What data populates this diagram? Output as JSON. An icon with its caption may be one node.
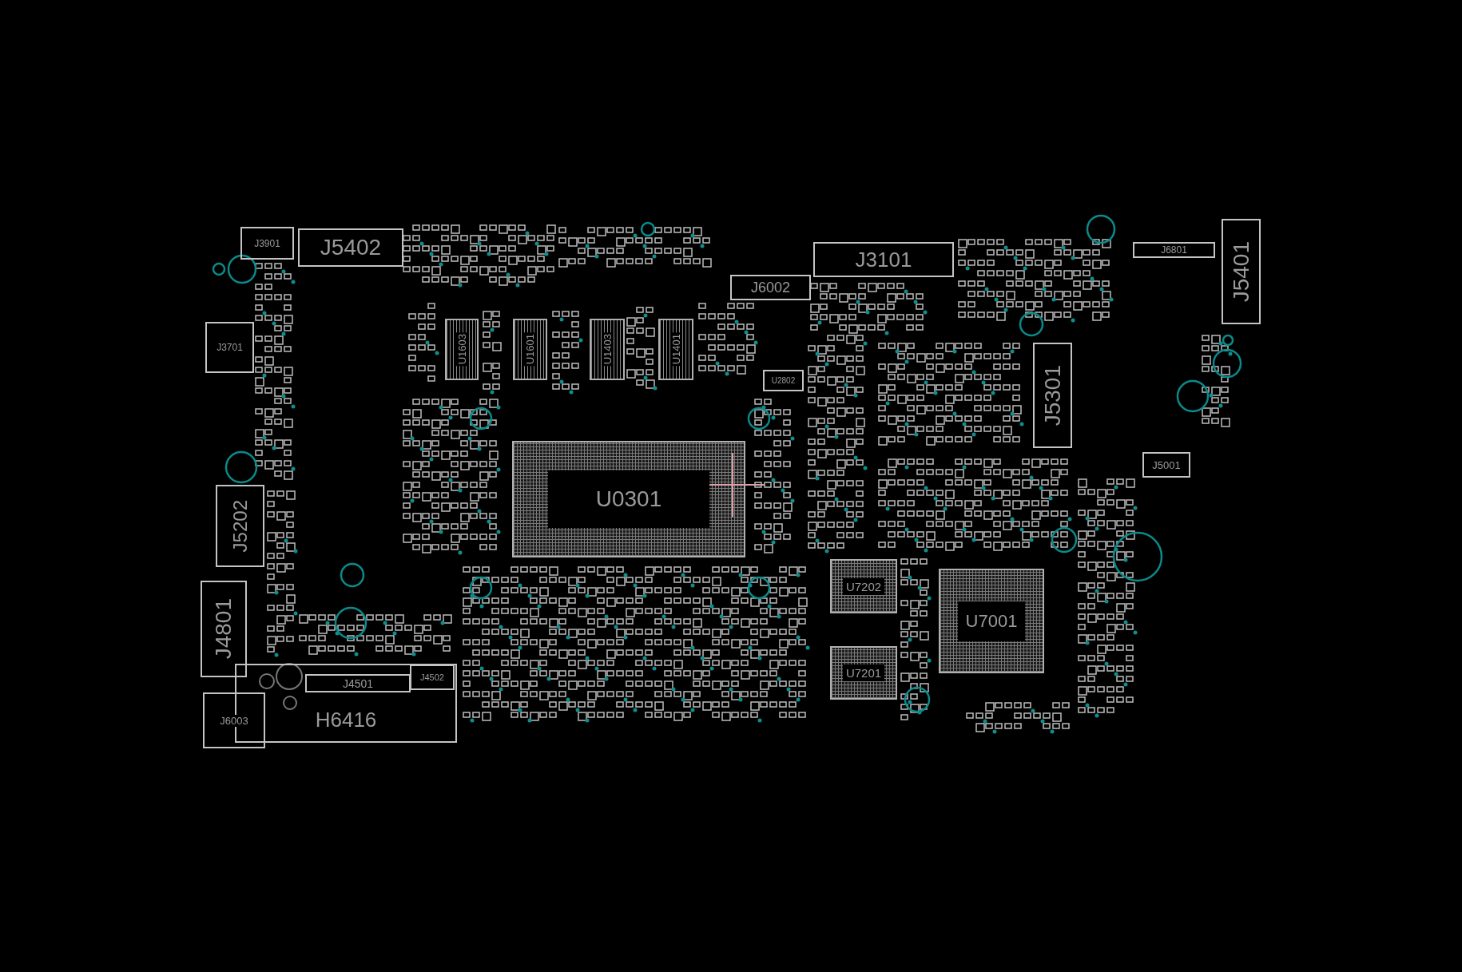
{
  "diagram": {
    "nodes": [
      {
        "text": [
          "J3901"
        ]
      },
      {
        "text": [
          "J5402"
        ]
      },
      {
        "text": [
          "J3701"
        ]
      },
      {
        "text": [
          "J5202"
        ]
      },
      {
        "text": [
          "J4801"
        ]
      },
      {
        "text": [
          "H6416"
        ]
      },
      {
        "text": [
          "J4501"
        ],
        "in": 5
      },
      {
        "text": [
          "J4502"
        ],
        "in": 5
      },
      {
        "text": [
          "J6003"
        ]
      },
      {
        "text": [
          "U1603"
        ]
      },
      {
        "text": [
          "U1601"
        ]
      },
      {
        "text": [
          "U1403"
        ]
      },
      {
        "text": [
          "U1401"
        ]
      },
      {
        "text": [
          "J6002"
        ]
      },
      {
        "text": [
          "J3101"
        ]
      },
      {
        "text": [
          "U2802"
        ]
      },
      {
        "text": [
          "U0301"
        ]
      },
      {
        "text": [
          "J6801"
        ]
      },
      {
        "text": [
          "J5401"
        ]
      },
      {
        "text": [
          "J5301"
        ]
      },
      {
        "text": [
          "J5001"
        ]
      },
      {
        "text": [
          "U7202"
        ]
      },
      {
        "text": [
          "U7201"
        ]
      },
      {
        "text": [
          "U7001"
        ]
      }
    ]
  }
}
